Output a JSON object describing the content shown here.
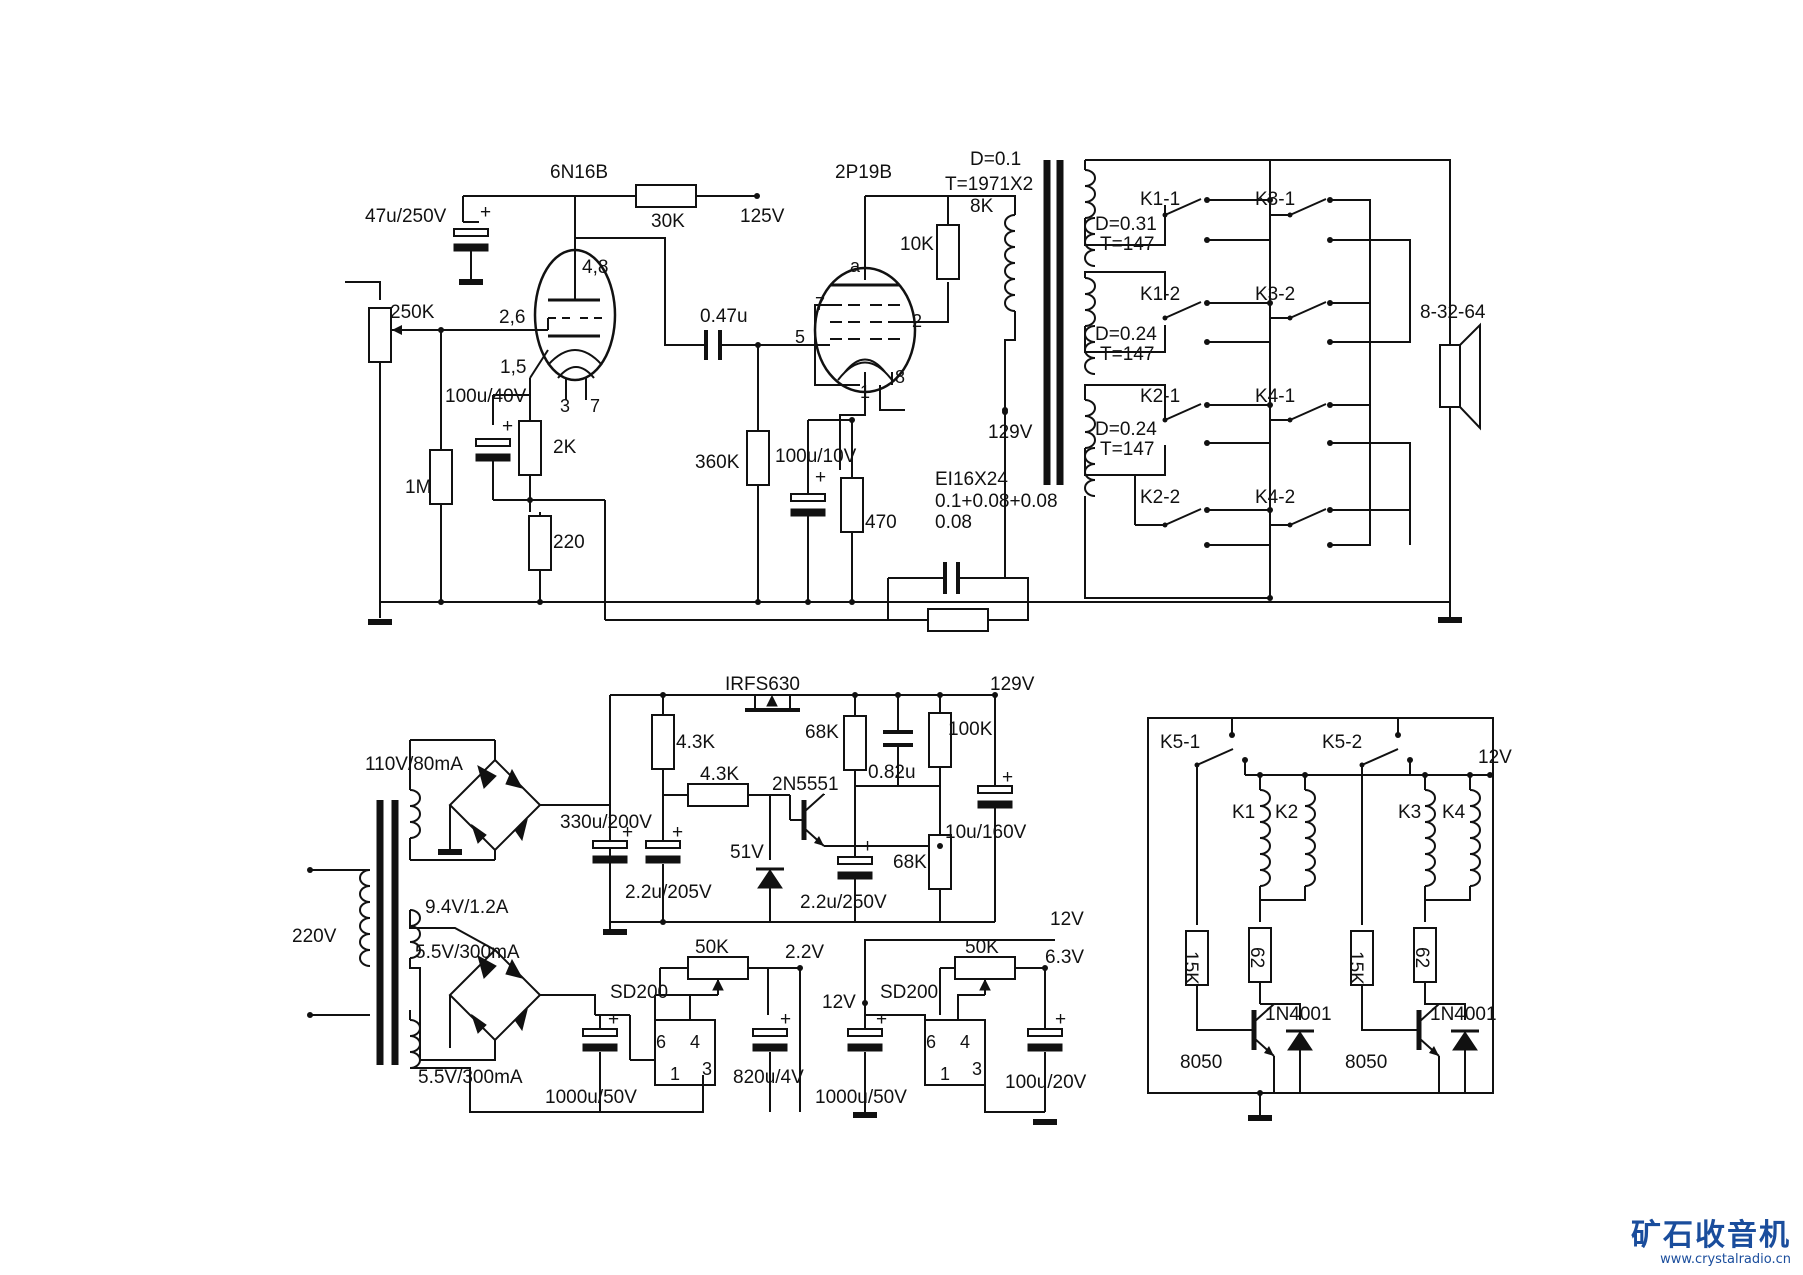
{
  "labels": {
    "tube1": "6N16B",
    "tube2": "2P19B",
    "c_47u": "47u/250V",
    "r_30k": "30K",
    "v_125": "125V",
    "pin_48": "4,8",
    "pin_26": "2,6",
    "pin_15": "1,5",
    "pin_3": "3",
    "pin_7a": "7",
    "pot_250k": "250K",
    "c_100u40": "100u/40V",
    "r_2k": "2K",
    "r_1m": "1M",
    "r_220": "220",
    "c_047": "0.47u",
    "pin_5": "5",
    "pin_a": "a",
    "pin_7b": "7",
    "pin_2": "2",
    "pin_8": "8",
    "pin_1": "1",
    "r_360k": "360K",
    "c_100u10": "100u/10V",
    "r_470": "470",
    "r_10k": "10K",
    "ot_d": "D=0.1",
    "ot_t": "T=1971X2",
    "ot_8k": "8K",
    "v_129a": "129V",
    "core": "EI16X24",
    "core2": "0.1+0.08+0.08",
    "core3": "0.08",
    "sec1_d": "D=0.31",
    "sec1_t": "T=147",
    "sec2_d": "D=0.24",
    "sec2_t": "T=147",
    "sec3_d": "D=0.24",
    "sec3_t": "T=147",
    "k11": "K1-1",
    "k12": "K1-2",
    "k21": "K2-1",
    "k22": "K2-2",
    "k31": "K3-1",
    "k32": "K3-2",
    "k41": "K4-1",
    "k42": "K4-2",
    "spk": "8-32-64",
    "irf": "IRFS630",
    "v_129b": "129V",
    "r_43k_a": "4.3K",
    "r_43k_b": "4.3K",
    "r_68k_a": "68K",
    "c_082": "0.82u",
    "r_100k": "100K",
    "q_2n": "2N5551",
    "c_330": "330u/200V",
    "c_22u205": "2.2u/205V",
    "z_51": "51V",
    "c_22u250": "2.2u/250V",
    "r_68k_b": "68K",
    "c_10u160": "10u/160V",
    "w_110": "110V/80mA",
    "w_94": "9.4V/1.2A",
    "w_55a": "5.5V/300mA",
    "w_55b": "5.5V/300mA",
    "v_220": "220V",
    "r_50k_a": "50K",
    "v_22": "2.2V",
    "sd_a": "SD200",
    "sd_a6": "6",
    "sd_a4": "4",
    "sd_a1": "1",
    "sd_a3": "3",
    "c_1000a": "1000u/50V",
    "c_820": "820u/4V",
    "v_12a": "12V",
    "v_12b": "12V",
    "r_50k_b": "50K",
    "v_63": "6.3V",
    "sd_b": "SD200",
    "sd_b6": "6",
    "sd_b4": "4",
    "sd_b1": "1",
    "sd_b3": "3",
    "c_1000b": "1000u/50V",
    "c_100u20": "100u/20V",
    "k51": "K5-1",
    "k52": "K5-2",
    "v_12c": "12V",
    "rk1": "K1",
    "rk2": "K2",
    "rk3": "K3",
    "rk4": "K4",
    "r_15k_a": "15K",
    "r_62_a": "62",
    "r_15k_b": "15K",
    "r_62_b": "62",
    "d_a": "1N4001",
    "d_b": "1N4001",
    "q_a": "8050",
    "q_b": "8050",
    "plus": "+"
  },
  "watermark": {
    "name": "矿石收音机",
    "url": "www.crystalradio.cn"
  },
  "colors": {
    "ink": "#111111",
    "watermark": "#1a4d9c"
  }
}
